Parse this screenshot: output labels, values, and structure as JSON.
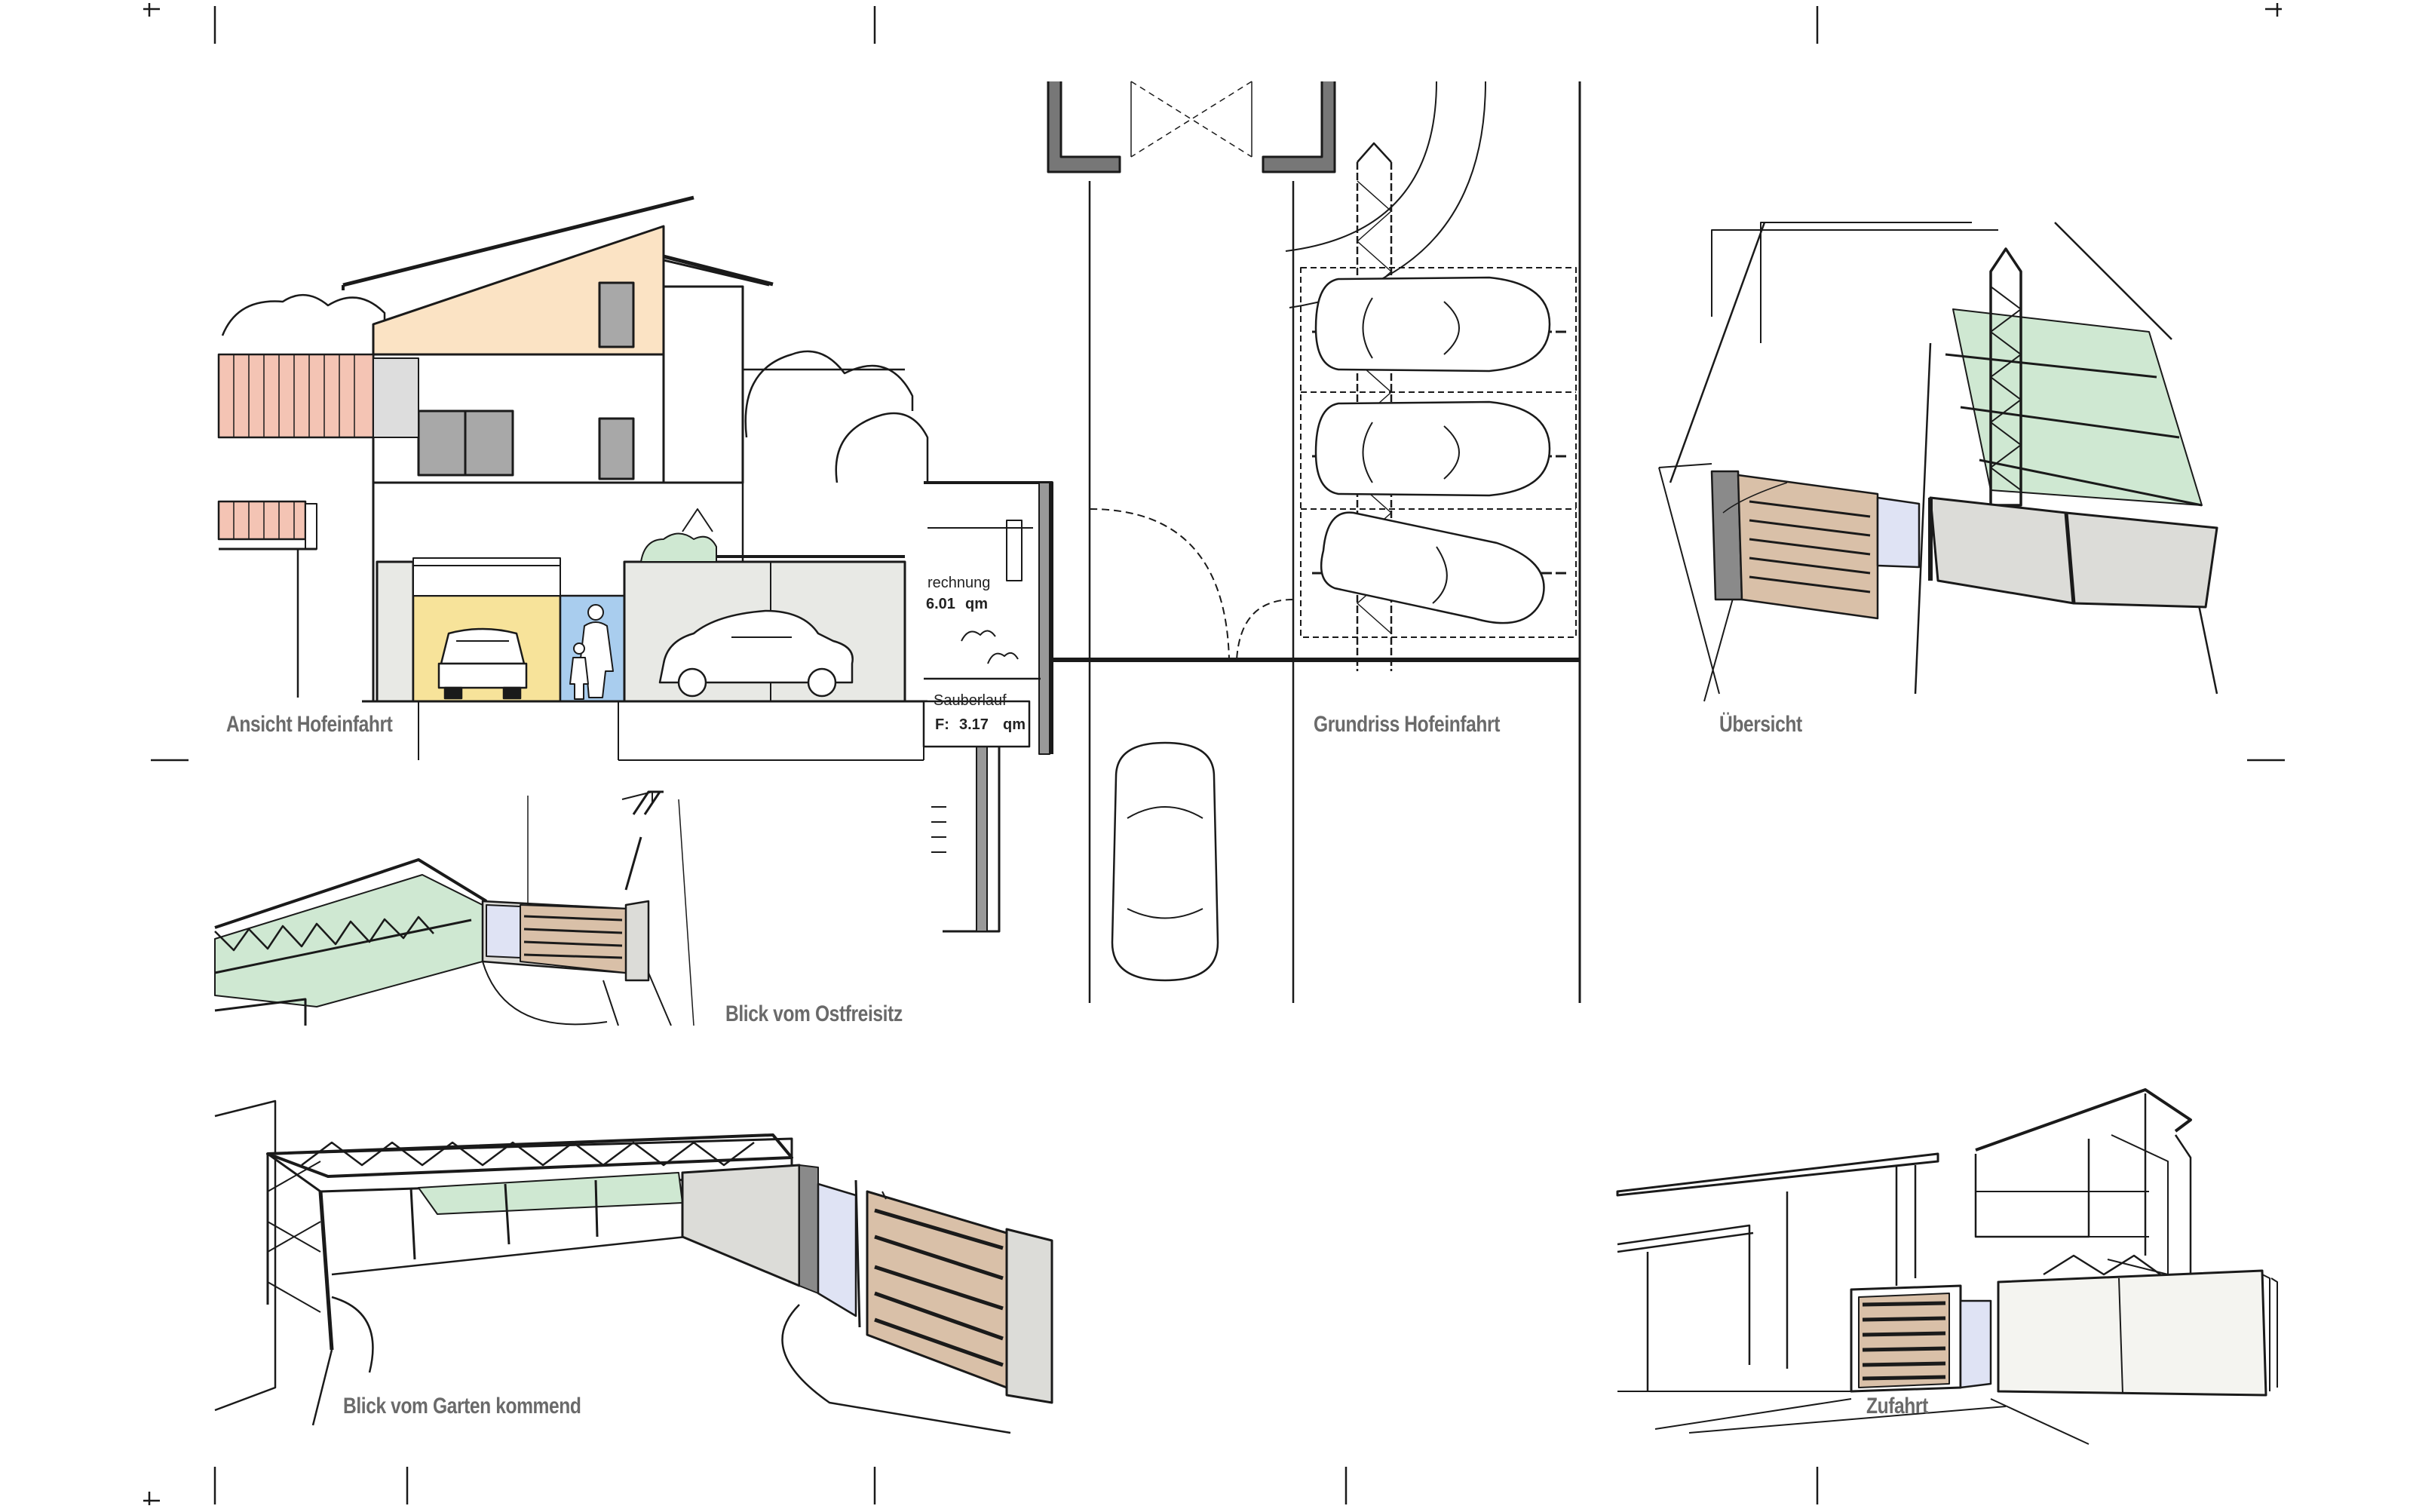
{
  "labels": {
    "ansicht": "Ansicht Hofeinfahrt",
    "grundriss": "Grundriss Hofeinfahrt",
    "uebersicht": "Übersicht",
    "ostfreisitz": "Blick vom Ostfreisitz",
    "garten": "Blick vom Garten kommend",
    "zufahrt": "Zufahrt"
  },
  "plan_text": {
    "room1_name": "rechnung",
    "room1_area": "6.01",
    "room1_unit": "qm",
    "room2_name": "Sauberlauf",
    "room2_prefix": "F:",
    "room2_area": "3.17",
    "room2_unit": "qm"
  },
  "colors": {
    "line": "#1a1a1a",
    "label": "#6a6a6a",
    "house_roof_fill": "#fbe3c4",
    "balcony_fill": "#f4c4b4",
    "garage_yellow": "#f7e39a",
    "garage_blue": "#a9cdee",
    "wall_grey": "#e8e9e5",
    "glass_green": "#cfe8d2",
    "wood": "#d9c0a8",
    "concrete": "#dcdcd8",
    "window_grey": "#a8a8a8",
    "gate_blue": "#dfe3f4"
  }
}
